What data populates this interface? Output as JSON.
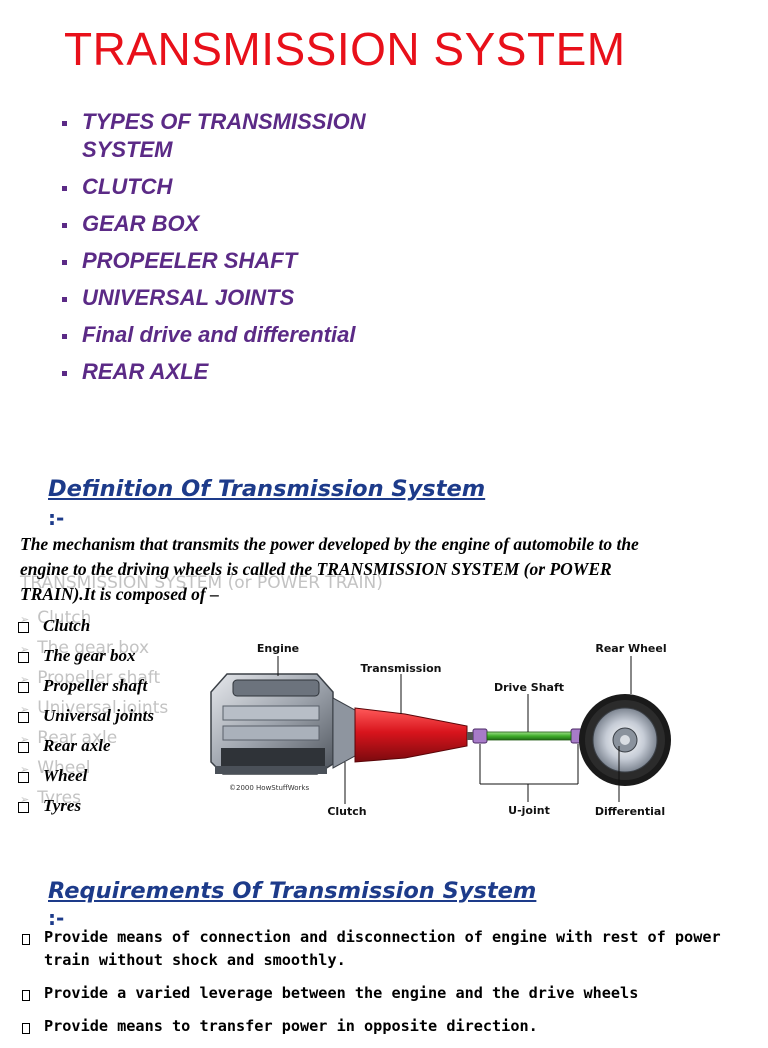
{
  "title": "TRANSMISSION SYSTEM",
  "topics": [
    "TYPES OF TRANSMISSION SYSTEM",
    "CLUTCH",
    "GEAR BOX",
    "PROPEELER SHAFT",
    "UNIVERSAL JOINTS",
    "Final drive and differential",
    "REAR AXLE"
  ],
  "definition": {
    "heading": "Definition Of Transmission System",
    "colon": ":-",
    "text": "The mechanism that transmits the power developed by the engine of automobile to the engine to the driving wheels is called the  TRANSMISSION SYSTEM (or POWER TRAIN).It is composed of –",
    "ghost_heading": "TRANSMISSION SYSTEM (or POWER TRAIN)",
    "ghost_items": [
      "Clutch",
      "The gear box",
      "Propeller shaft",
      "Universal joints",
      "Rear axle",
      "Wheel",
      "Tyres"
    ],
    "parts": [
      "Clutch",
      "The gear box",
      "Propeller shaft",
      "Universal joints",
      "Rear axle",
      "Wheel",
      "Tyres"
    ]
  },
  "diagram": {
    "labels": {
      "engine": "Engine",
      "transmission": "Transmission",
      "drive_shaft": "Drive Shaft",
      "rear_wheel": "Rear Wheel",
      "clutch": "Clutch",
      "u_joint": "U-joint",
      "differential": "Differential",
      "credit": "©2000 HowStuffWorks"
    }
  },
  "requirements": {
    "heading": "Requirements Of Transmission System",
    "colon": ":-",
    "items": [
      "Provide means of connection and disconnection of engine with rest of power train without shock and smoothly.",
      "Provide a varied leverage between the engine and the drive wheels",
      "Provide means to transfer power in opposite direction."
    ]
  },
  "colors": {
    "title": "#e8101a",
    "topics": "#5b2a86",
    "headings": "#1d3b8a",
    "transmission": "#d8141c",
    "drive_shaft": "#3fae2a"
  }
}
